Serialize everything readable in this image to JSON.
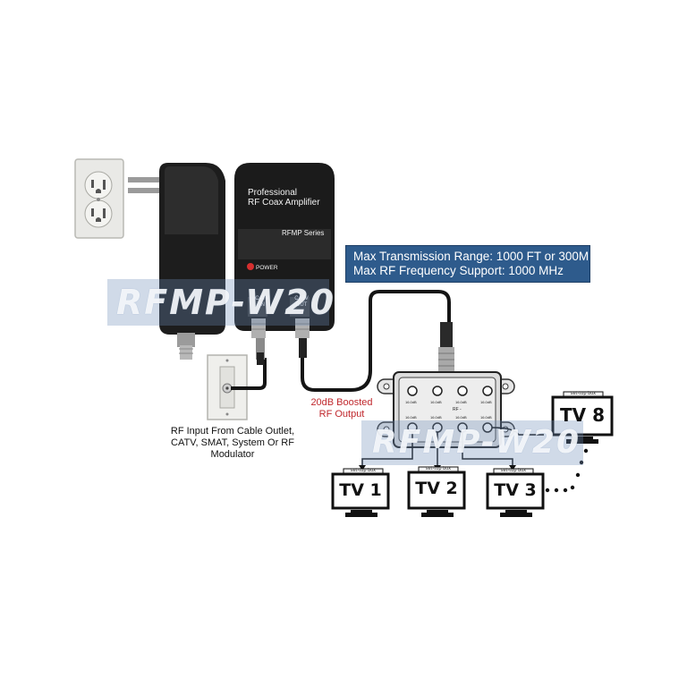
{
  "amplifier": {
    "title_line1": "Professional",
    "title_line2": "RF Coax Amplifier",
    "series": "RFMP Series",
    "power_label": "POWER",
    "port_in_label": "CATV IN",
    "port_out_label": "CATV OUT"
  },
  "specs": {
    "line1": "Max Transmission Range: 1000 FT or 300M",
    "line2": "Max RF Frequency Support: 1000 MHz"
  },
  "watermark": "RFMP-W20",
  "boost": {
    "line1": "20dB Boosted",
    "line2": "RF Output"
  },
  "input_caption": {
    "line1": "RF Input From Cable Outlet,",
    "line2": "CATV, SMAT, System Or RF",
    "line3": "Modulator"
  },
  "splitter": {
    "rf_label": "RF -",
    "port_loss": "16.0dB"
  },
  "tvs": [
    "TV 1",
    "TV 2",
    "TV 3",
    "TV 8"
  ],
  "set_top_box_label": "set-top box",
  "colors": {
    "spec_box": "#2e5b8c",
    "boost_text": "#c0282d"
  }
}
